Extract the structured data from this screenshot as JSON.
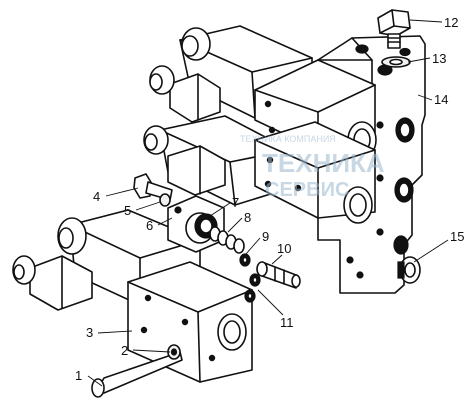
{
  "callouts": [
    {
      "id": "1",
      "text": "1"
    },
    {
      "id": "2",
      "text": "2"
    },
    {
      "id": "3",
      "text": "3"
    },
    {
      "id": "4",
      "text": "4"
    },
    {
      "id": "5",
      "text": "5"
    },
    {
      "id": "6",
      "text": "6"
    },
    {
      "id": "7",
      "text": "7"
    },
    {
      "id": "8",
      "text": "8"
    },
    {
      "id": "9",
      "text": "9"
    },
    {
      "id": "10",
      "text": "10"
    },
    {
      "id": "11",
      "text": "11"
    },
    {
      "id": "12",
      "text": "12"
    },
    {
      "id": "13",
      "text": "13"
    },
    {
      "id": "14",
      "text": "14"
    },
    {
      "id": "15",
      "text": "15"
    }
  ],
  "watermark": {
    "line1": "ТЕХНИКА КОМПАНИЯ",
    "line2": "ТЕХНИКА",
    "line3": "СЕРВИС"
  }
}
